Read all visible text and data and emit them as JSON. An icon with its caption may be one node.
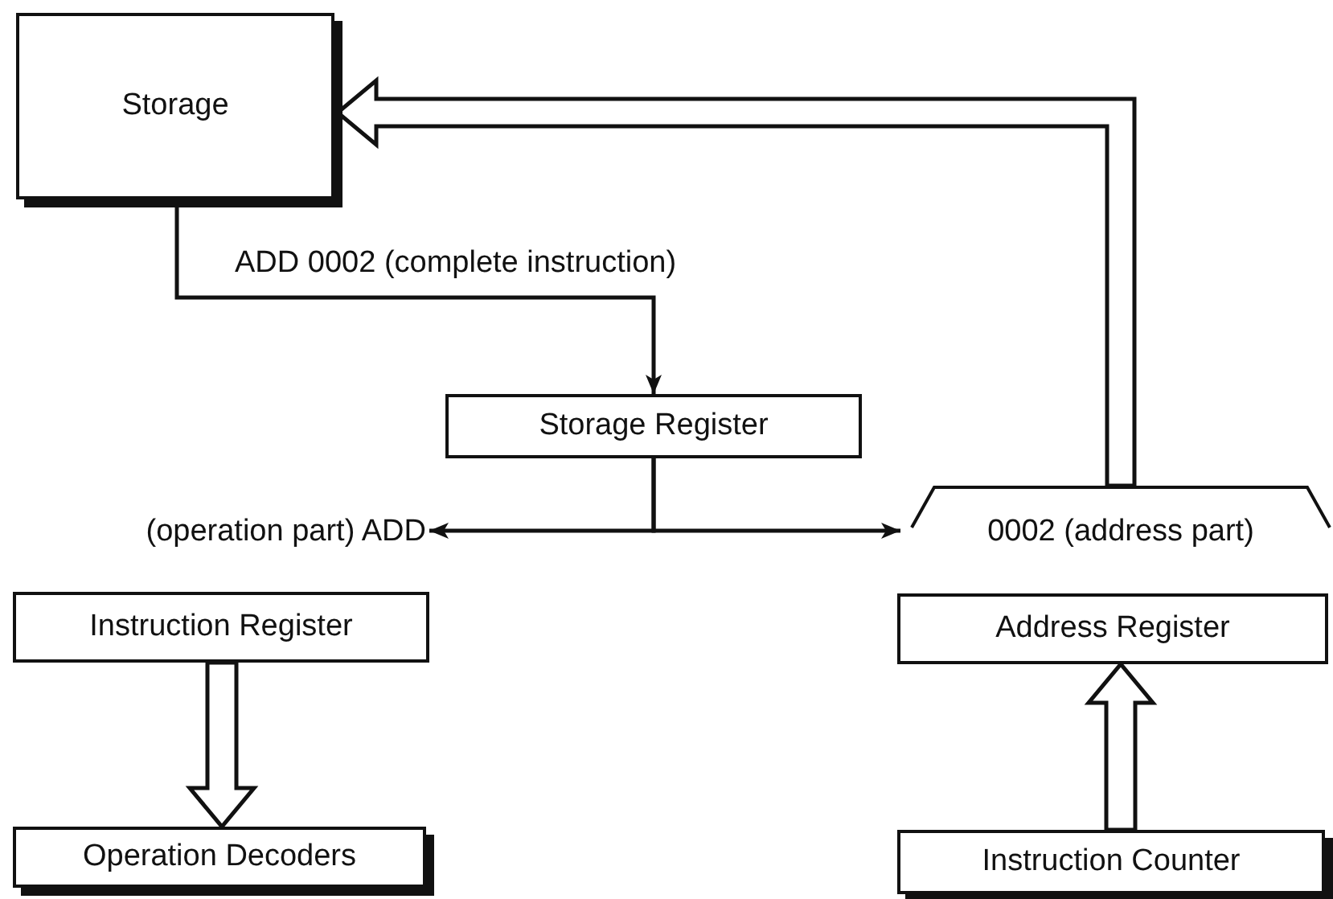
{
  "diagram": {
    "nodes": [
      {
        "text": [
          "Storage"
        ]
      },
      {
        "text": [
          "Storage Register"
        ]
      },
      {
        "text": [
          "(operation part) ADD"
        ]
      },
      {
        "text": [
          "0002 (address part)"
        ]
      },
      {
        "text": [
          "Instruction Register"
        ]
      },
      {
        "text": [
          "Operation Decoders"
        ]
      },
      {
        "text": [
          "Address Register"
        ]
      },
      {
        "text": [
          "Instruction Counter"
        ]
      }
    ],
    "edges": [
      {
        "from": 0,
        "to": 1,
        "arrow": "to",
        "label": "ADD 0002 (complete instruction)"
      },
      {
        "from": 1,
        "to": 2,
        "arrow": "to"
      },
      {
        "from": 1,
        "to": 3,
        "arrow": "to"
      },
      {
        "from": 3,
        "to": 0,
        "arrow": "to",
        "style": "thick"
      },
      {
        "from": 4,
        "to": 5,
        "arrow": "to",
        "style": "thick"
      },
      {
        "from": 7,
        "to": 6,
        "arrow": "to",
        "style": "thick"
      }
    ]
  }
}
